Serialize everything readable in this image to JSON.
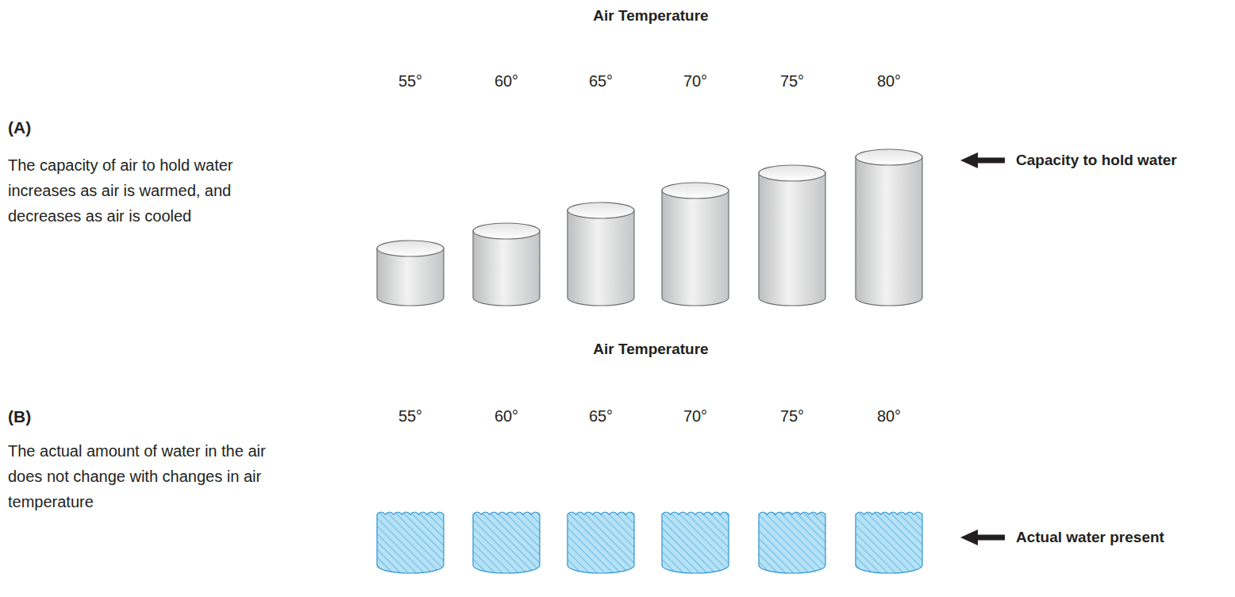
{
  "diagram": {
    "labels": [
      "Air Temperature",
      "55°",
      "60°",
      "65°",
      "70°",
      "75°",
      "80°",
      "(A)",
      "The capacity of air to hold water increases as air is warmed, and decreases as air is cooled",
      "Capacity to hold water",
      "Air Temperature",
      "55°",
      "60°",
      "65°",
      "70°",
      "75°",
      "80°",
      "(B)",
      "The actual amount of water in the air does not change with changes in air temperature",
      "Actual water present"
    ]
  }
}
